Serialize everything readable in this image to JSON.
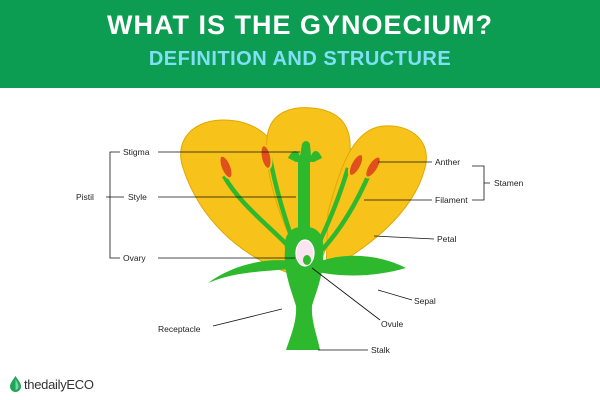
{
  "header": {
    "title": "WHAT IS THE GYNOECIUM?",
    "subtitle": "DEFINITION AND STRUCTURE"
  },
  "labels": {
    "stigma": "Stigma",
    "style": "Style",
    "pistil": "Pistil",
    "ovary": "Ovary",
    "receptacle": "Receptacle",
    "anther": "Anther",
    "filament": "Filament",
    "stamen": "Stamen",
    "petal": "Petal",
    "sepal": "Sepal",
    "ovule": "Ovule",
    "stalk": "Stalk"
  },
  "brand": {
    "name": "thedailyECO"
  },
  "colors": {
    "banner": "#0d9d52",
    "subtitle": "#7fe0f5",
    "petal": "#f7c21a",
    "plant": "#2db82d",
    "anther": "#e0501c"
  }
}
